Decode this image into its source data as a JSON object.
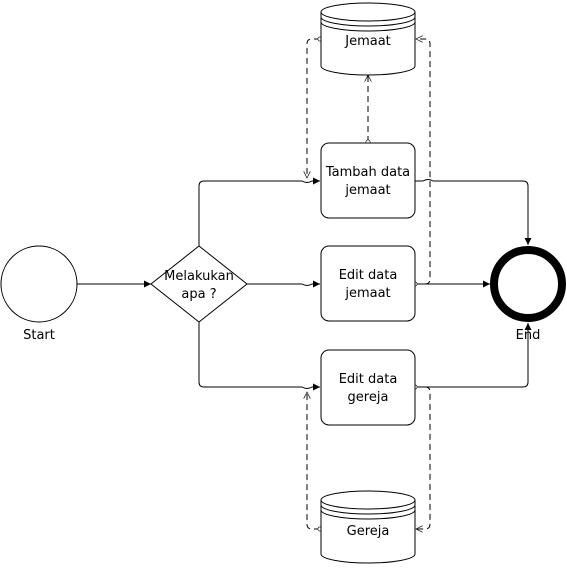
{
  "diagram": {
    "start": {
      "label": "Start"
    },
    "end": {
      "label": "End"
    },
    "gateway": {
      "line1": "Melakukan",
      "line2": "apa ?"
    },
    "tasks": {
      "tambah": {
        "line1": "Tambah data",
        "line2": "jemaat"
      },
      "edit_jemaat": {
        "line1": "Edit data",
        "line2": "jemaat"
      },
      "edit_gereja": {
        "line1": "Edit data",
        "line2": "gereja"
      }
    },
    "stores": {
      "jemaat": {
        "label": "Jemaat"
      },
      "gereja": {
        "label": "Gereja"
      }
    }
  }
}
